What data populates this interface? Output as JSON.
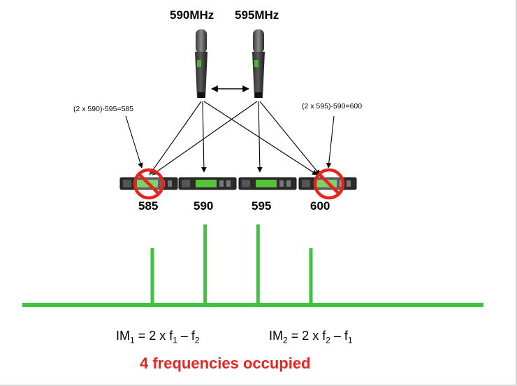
{
  "transmitters": [
    {
      "freq_label": "590MHz"
    },
    {
      "freq_label": "595MHz"
    }
  ],
  "annotations": {
    "left": "(2 x 590)-595=585",
    "right": "(2 x 595)-590=600"
  },
  "channels": [
    {
      "label": "585",
      "blocked": true
    },
    {
      "label": "590",
      "blocked": false
    },
    {
      "label": "595",
      "blocked": false
    },
    {
      "label": "600",
      "blocked": true
    }
  ],
  "spectrum": {
    "color": "#3ec43e",
    "lines": [
      {
        "freq": 585,
        "level": "intermod"
      },
      {
        "freq": 590,
        "level": "carrier"
      },
      {
        "freq": 595,
        "level": "carrier"
      },
      {
        "freq": 600,
        "level": "intermod"
      }
    ]
  },
  "formulas": {
    "im1": {
      "prefix": "IM",
      "index": "1",
      "body": " = 2 x f",
      "sub_a": "1",
      "mid": " – f",
      "sub_b": "2"
    },
    "im2": {
      "prefix": "IM",
      "index": "2",
      "body": " = 2 x f",
      "sub_a": "2",
      "mid": " – f",
      "sub_b": "1"
    }
  },
  "headline": {
    "text": "4 frequencies occupied",
    "color": "#e8261f"
  },
  "icons": {
    "transmitter": "handheld-microphone-icon",
    "receiver": "rack-receiver-icon",
    "blocked": "prohibited-icon"
  },
  "colors": {
    "prohibit": "#e5241c",
    "receiver_display": "#55c23a"
  }
}
